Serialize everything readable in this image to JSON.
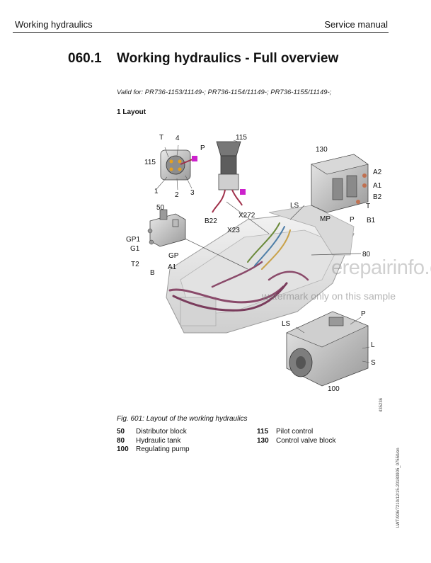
{
  "header": {
    "left": "Working hydraulics",
    "right": "Service manual"
  },
  "section": {
    "number": "060.1",
    "title": "Working hydraulics - Full overview"
  },
  "validity": "Valid for: PR736-1153/11149-; PR736-1154/11149-; PR736-1155/11149-;",
  "layout_heading": "1 Layout",
  "figure": {
    "caption": "Fig. 601: Layout of the working hydraulics",
    "image_code": "435236",
    "labels": {
      "pc_T": "T",
      "pc_4": "4",
      "pc_P": "P",
      "pc_115": "115",
      "pc_1": "1",
      "pc_2": "2",
      "pc_3": "3",
      "joy_115": "115",
      "joy_B22": "B22",
      "joy_X272": "X272",
      "joy_X23": "X23",
      "cv_130": "130",
      "cv_A2": "A2",
      "cv_A1": "A1",
      "cv_B2": "B2",
      "cv_T": "T",
      "cv_B1": "B1",
      "cv_P": "P",
      "cv_MP": "MP",
      "cv_LS": "LS",
      "db_50": "50",
      "db_GP1": "GP1",
      "db_G1": "G1",
      "db_GP": "GP",
      "db_T2": "T2",
      "db_A1": "A1",
      "db_B": "B",
      "tank_80": "80",
      "pump_LS": "LS",
      "pump_P": "P",
      "pump_L": "L",
      "pump_S": "S",
      "pump_100": "100"
    }
  },
  "legend": {
    "left": [
      {
        "num": "50",
        "text": "Distributor block"
      },
      {
        "num": "80",
        "text": "Hydraulic tank"
      },
      {
        "num": "100",
        "text": "Regulating pump"
      }
    ],
    "right": [
      {
        "num": "115",
        "text": "Pilot control"
      },
      {
        "num": "130",
        "text": "Control valve block"
      }
    ]
  },
  "side_code": "LWT/906/7210/12/15-20180905_07550/en",
  "watermark": {
    "main": "erepairinfo.com",
    "sub": "watermark only on this sample"
  },
  "colors": {
    "hose_red": "#a0304a",
    "accent_magenta": "#cc22cc",
    "hose_green": "#6b8a3a",
    "hose_blue": "#4f7fa8"
  }
}
